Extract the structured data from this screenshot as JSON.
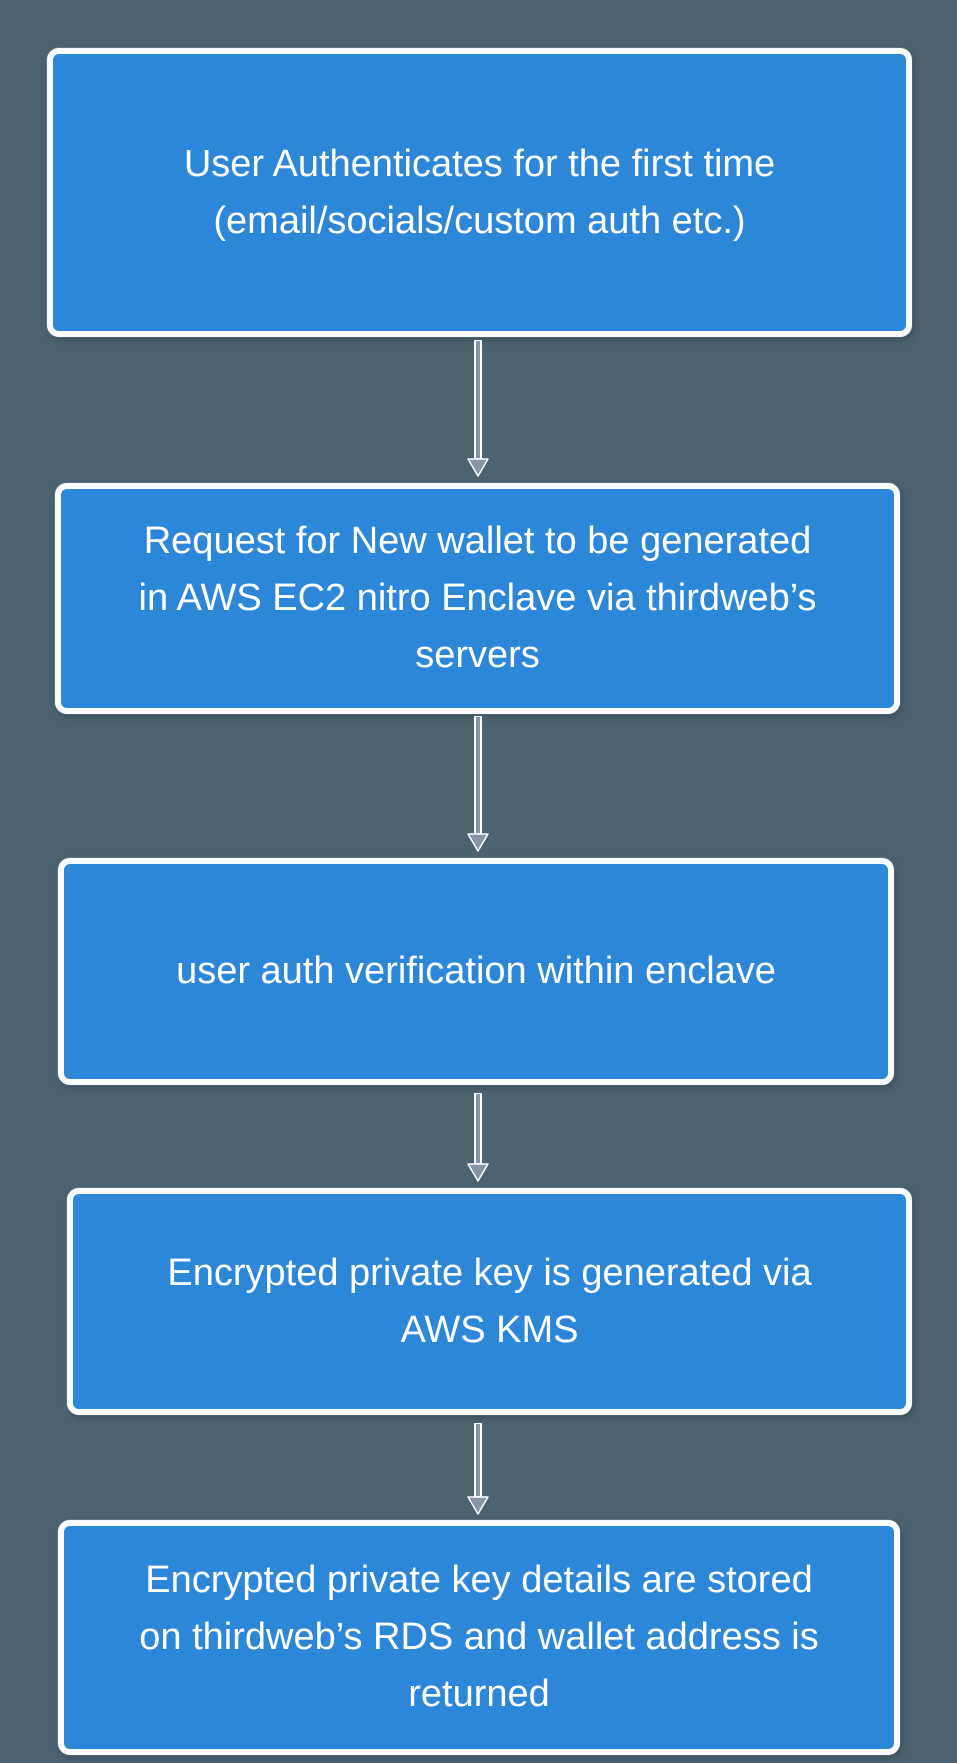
{
  "colors": {
    "background": "#4d6270",
    "node_fill": "#2d87d8",
    "node_border": "#fafbfd",
    "text": "#ffffff",
    "arrow": "#8795a6"
  },
  "flowchart": {
    "steps": [
      {
        "label_lines": [
          "User Authenticates for the first time",
          "(email/socials/custom auth etc.)"
        ]
      },
      {
        "label_lines": [
          "Request for New wallet to be generated",
          "in AWS EC2 nitro Enclave via thirdweb’s",
          "servers"
        ]
      },
      {
        "label_lines": [
          "user auth verification within enclave"
        ]
      },
      {
        "label_lines": [
          "Encrypted private key is generated via",
          "AWS KMS"
        ]
      },
      {
        "label_lines": [
          "Encrypted private key details are stored",
          "on thirdweb’s RDS and wallet address is",
          "returned"
        ]
      }
    ]
  }
}
